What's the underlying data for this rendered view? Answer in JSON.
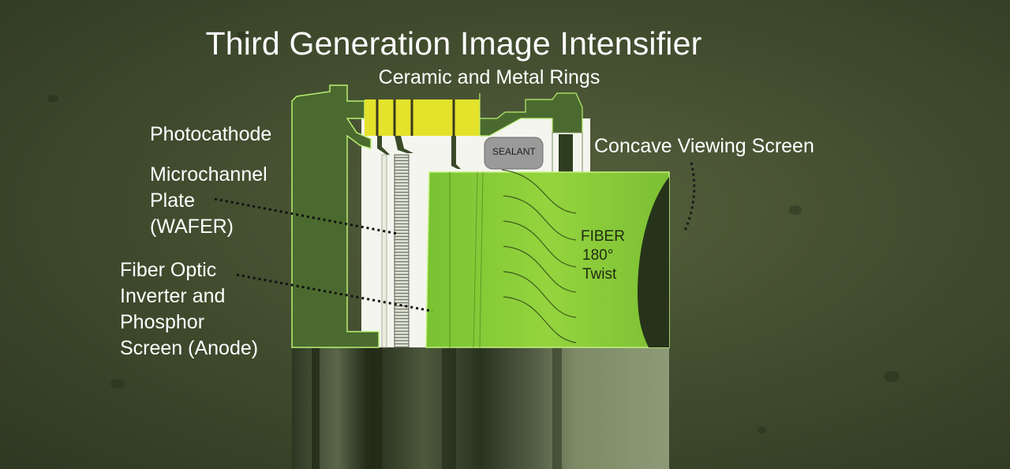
{
  "title": "Third Generation Image Intensifier",
  "subtitle": "Ceramic and Metal Rings",
  "labels": {
    "photocathode": "Photocathode",
    "mcp_line1": "Microchannel",
    "mcp_line2": "Plate",
    "mcp_line3": "(WAFER)",
    "fiber_line1": "Fiber Optic",
    "fiber_line2": "Inverter and",
    "fiber_line3": "Phosphor",
    "fiber_line4": "Screen (Anode)",
    "concave": "Concave Viewing Screen",
    "sealant": "SEALANT",
    "twist_line1": "FIBER",
    "twist_line2": "180°",
    "twist_line3": "Twist"
  },
  "colors": {
    "background": "#444f33",
    "housing": "#4a6b2e",
    "fiber_bright": "#8ed03a",
    "ceramic_ring": "#e6e62a",
    "outline": "#b8f070"
  }
}
